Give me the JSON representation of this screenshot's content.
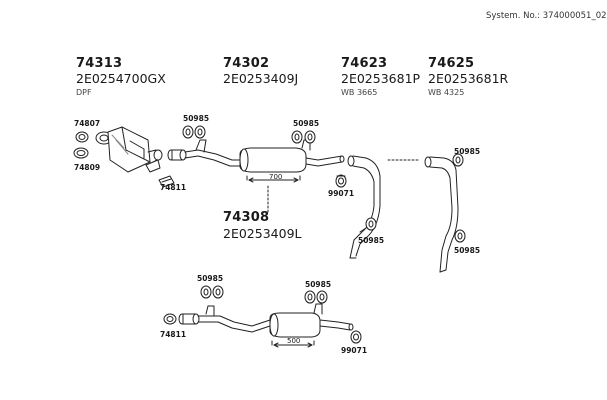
{
  "header": {
    "system_no": "System. No.: 374000051_02"
  },
  "parts": [
    {
      "number": "74313",
      "code": "2E0254700GX",
      "note": "DPF"
    },
    {
      "number": "74302",
      "code": "2E0253409J",
      "note": ""
    },
    {
      "number": "74623",
      "code": "2E0253681P",
      "note": "WB 3665"
    },
    {
      "number": "74625",
      "code": "2E0253681R",
      "note": "WB 4325"
    },
    {
      "number": "74308",
      "code": "2E0253409L",
      "note": ""
    }
  ],
  "labels": {
    "l74807": "74807",
    "l74809": "74809",
    "l74811_top": "74811",
    "l50985_a": "50985",
    "l50985_b": "50985",
    "l50985_c": "50985",
    "l50985_d": "50985",
    "l50985_e": "50985",
    "l99071_top": "99071",
    "l50985_f": "50985",
    "l50985_g": "50985",
    "l74811_bot": "74811",
    "l99071_bot": "99071"
  },
  "dimensions": {
    "top": "700",
    "bottom": "500"
  },
  "colors": {
    "line": "#222222",
    "fill": "#ffffff",
    "shade": "#d9d9d9"
  }
}
